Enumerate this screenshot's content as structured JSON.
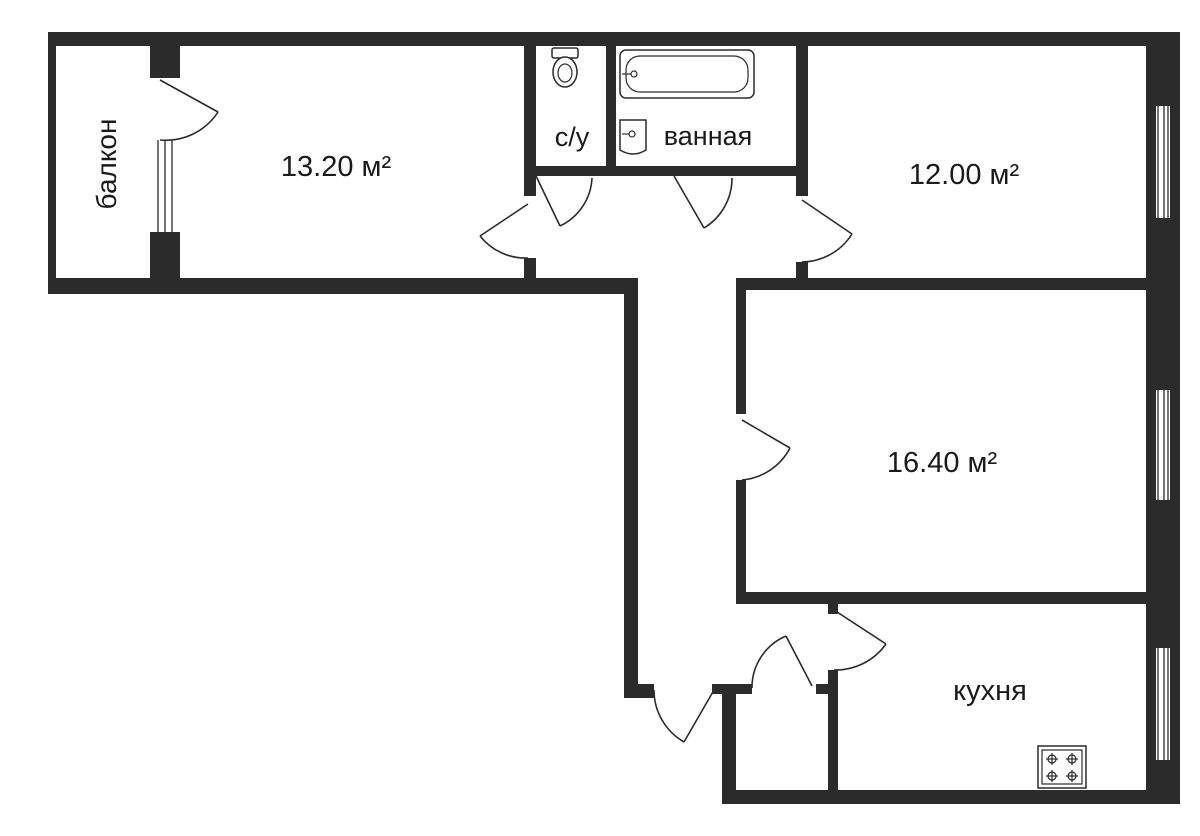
{
  "rooms": {
    "room_left_area": "13.20 м²",
    "room_top_right_area": "12.00 м²",
    "room_middle_right_area": "16.40 м²",
    "balcony_label": "балкон",
    "toilet_label": "с/у",
    "bathroom_label": "ванная",
    "kitchen_label": "кухня"
  },
  "colors": {
    "wall": "#2b2b2b",
    "background": "#ffffff"
  }
}
